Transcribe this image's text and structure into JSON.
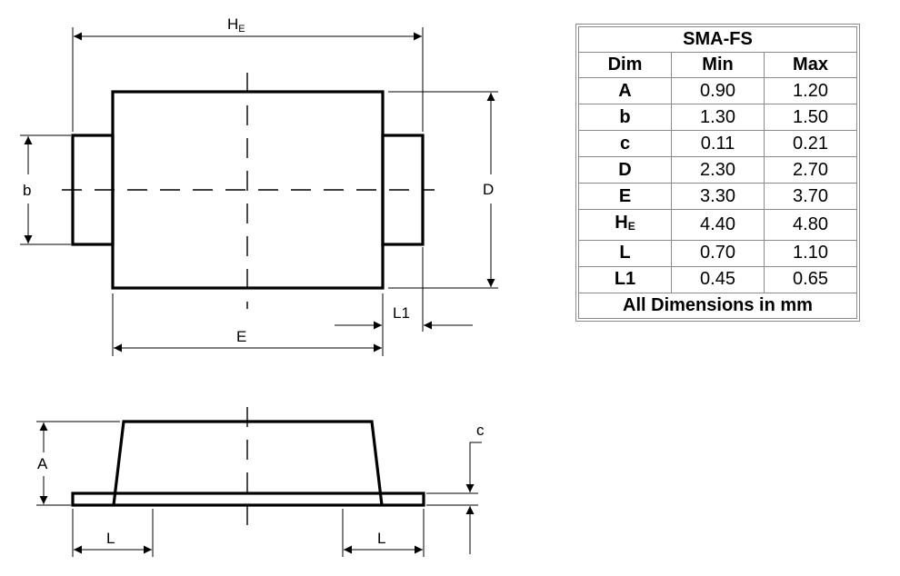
{
  "labels": {
    "he_main": "H",
    "he_sub": "E",
    "b": "b",
    "d": "D",
    "e": "E",
    "l1": "L1",
    "a": "A",
    "c": "c",
    "l_left": "L",
    "l_right": "L"
  },
  "table": {
    "title": "SMA-FS",
    "headers": [
      "Dim",
      "Min",
      "Max"
    ],
    "rows": [
      {
        "dim": "A",
        "min": "0.90",
        "max": "1.20"
      },
      {
        "dim": "b",
        "min": "1.30",
        "max": "1.50"
      },
      {
        "dim": "c",
        "min": "0.11",
        "max": "0.21"
      },
      {
        "dim": "D",
        "min": "2.30",
        "max": "2.70"
      },
      {
        "dim": "E",
        "min": "3.30",
        "max": "3.70"
      },
      {
        "dim": "H",
        "dim_sub": "E",
        "min": "4.40",
        "max": "4.80"
      },
      {
        "dim": "L",
        "min": "0.70",
        "max": "1.10"
      },
      {
        "dim": "L1",
        "min": "0.45",
        "max": "0.65"
      }
    ],
    "footer": "All Dimensions in mm"
  }
}
